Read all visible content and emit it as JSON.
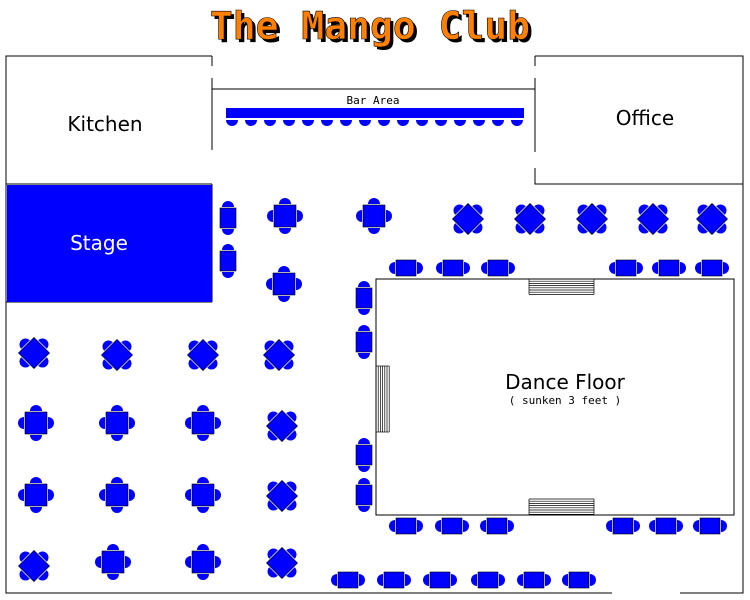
{
  "title": "The Mango Club",
  "rooms": {
    "kitchen": "Kitchen",
    "office": "Office",
    "bar_area": "Bar Area",
    "stage": "Stage",
    "dance_floor": "Dance Floor",
    "dance_floor_note": "( sunken 3 feet )"
  },
  "colors": {
    "furniture": "#0000ff",
    "title_fill": "#ff8000",
    "title_shadow": "#000000",
    "walls": "#000000",
    "stage": "#0000ff"
  }
}
